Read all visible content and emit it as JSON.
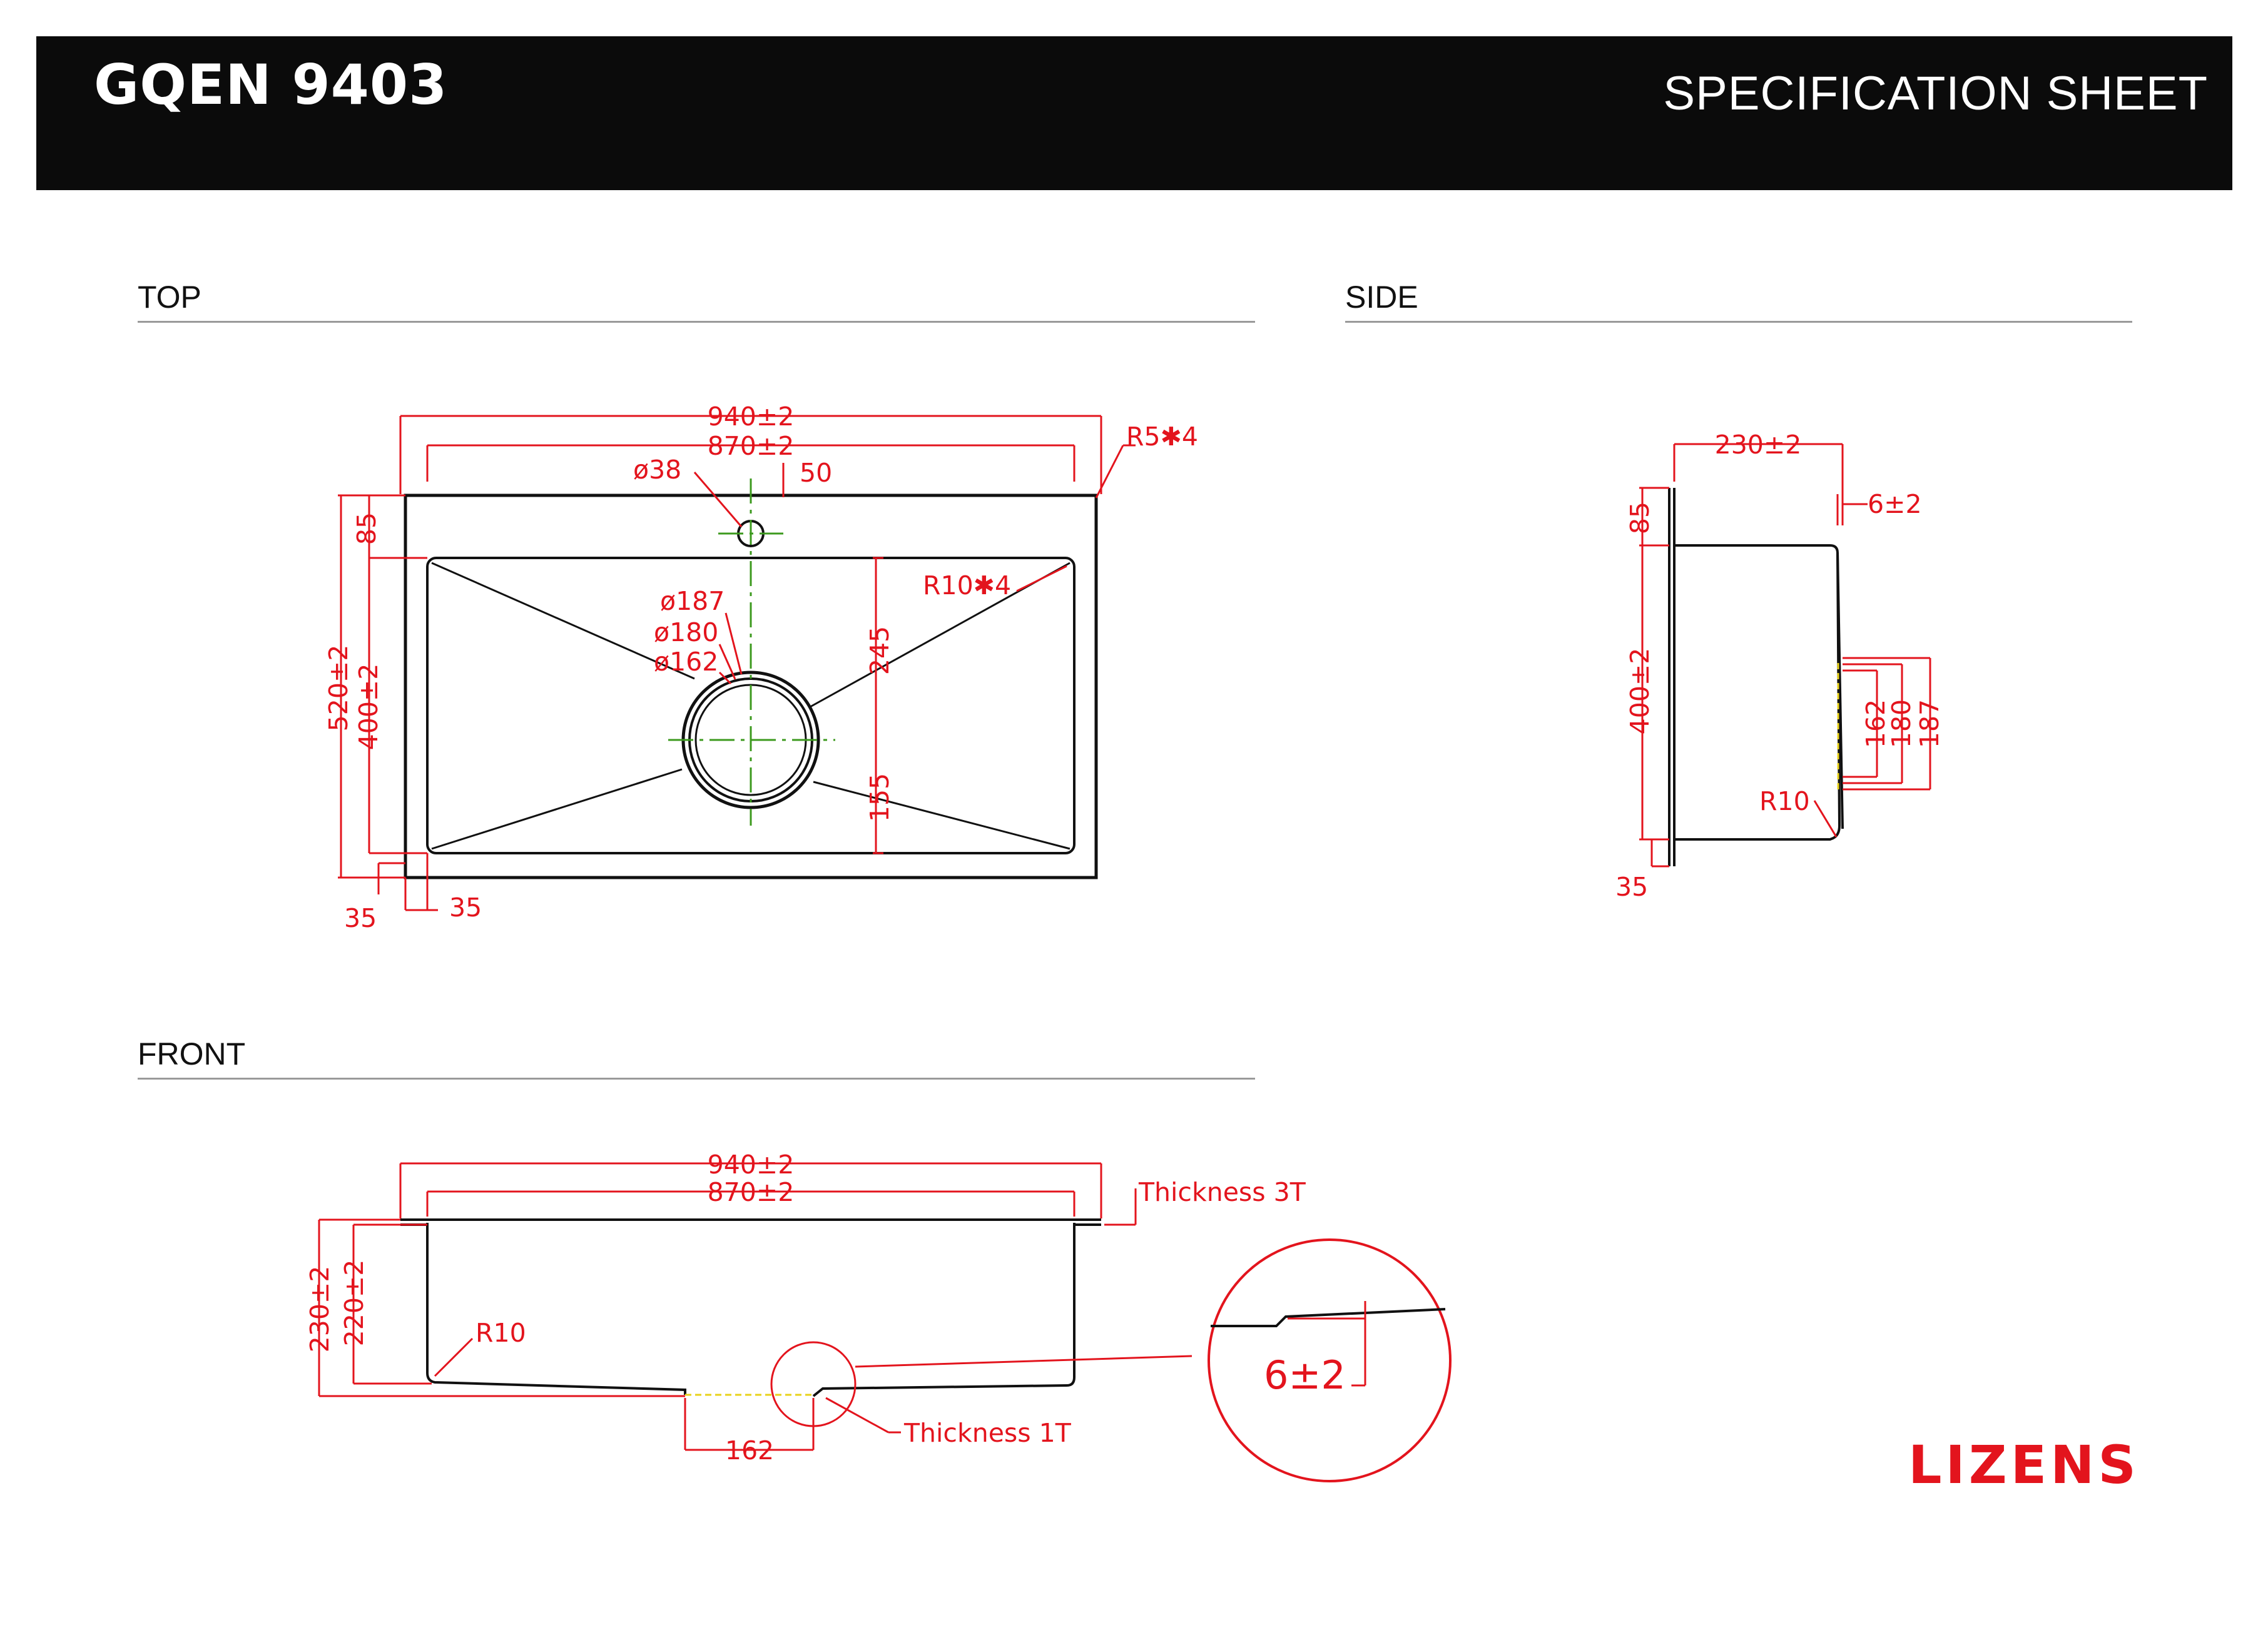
{
  "header": {
    "model": "GQEN 9403",
    "subtitle": "SPECIFICATION SHEET"
  },
  "sections": {
    "top": "TOP",
    "side": "SIDE",
    "front": "FRONT"
  },
  "top_view": {
    "overall_width": "940±2",
    "bowl_width": "870±2",
    "corner_radius_outer": "R5✱4",
    "tap_hole_diameter": "ø38",
    "tap_hole_offset": "50",
    "corner_radius_inner": "R10✱4",
    "drain_d187": "ø187",
    "drain_d180": "ø180",
    "drain_d162": "ø162",
    "drain_to_back": "245",
    "drain_to_front": "155",
    "back_ledge": "85",
    "overall_depth": "520±2",
    "bowl_depth": "400±2",
    "flange_left": "35",
    "flange_front": "35"
  },
  "side_view": {
    "total_height": "230±2",
    "lip": "6±2",
    "back_ledge": "85",
    "bowl_length": "400±2",
    "d162": "162",
    "d180": "180",
    "d187": "187",
    "radius": "R10",
    "flange": "35"
  },
  "front_view": {
    "overall_width": "940±2",
    "bowl_width": "870±2",
    "flange_thickness": "Thickness 3T",
    "total_height": "230±2",
    "bowl_height": "220±2",
    "radius": "R10",
    "drain_width": "162",
    "body_thickness": "Thickness 1T",
    "detail_lip": "6±2"
  },
  "brand": {
    "name": "LIZENS",
    "color": "#e3141d"
  },
  "colors": {
    "dimension": "#e3141d",
    "outline": "#111111",
    "centerline": "#3c9a1e",
    "hidden_line": "#e8d21a"
  }
}
